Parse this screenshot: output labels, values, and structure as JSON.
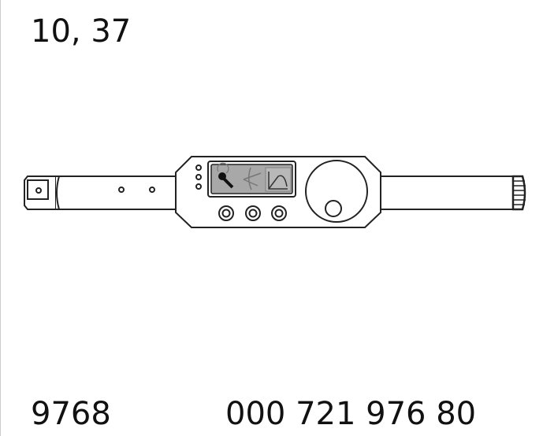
{
  "top_label": "10, 37",
  "bottom_left_label": "9768",
  "bottom_right_label": "000 721 976 80",
  "drawing": {
    "subject": "torque-wrench",
    "display_icons": [
      "wrench-icon",
      "angle-icon",
      "graph-icon"
    ]
  }
}
